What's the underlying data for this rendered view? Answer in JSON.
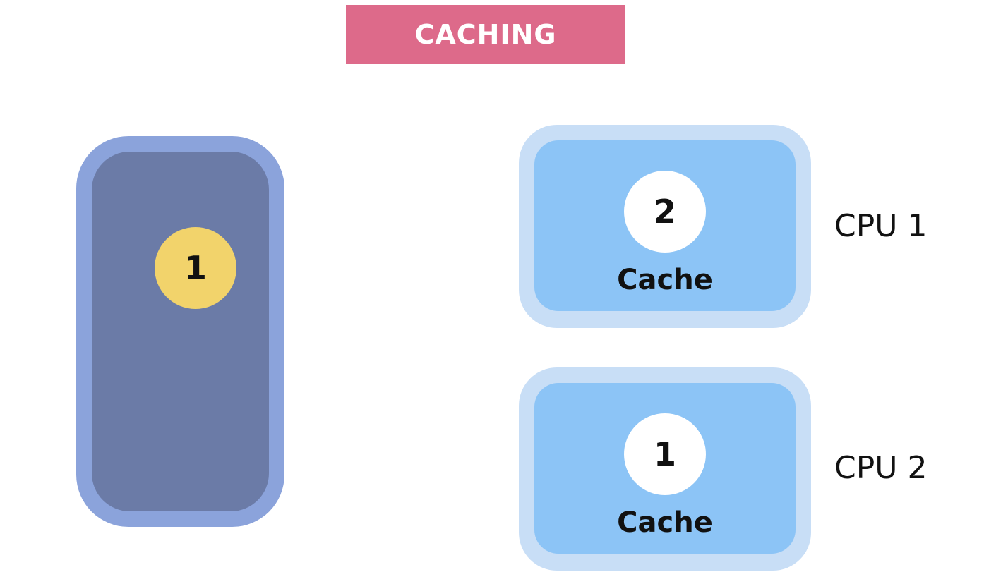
{
  "title": "CACHING",
  "memory": {
    "value": "1",
    "colors": {
      "outer": "#8ba3db",
      "inner": "#6b7ba7",
      "value_circle": "#f2d36b"
    }
  },
  "cpus": [
    {
      "label": "CPU 1",
      "cache_value": "2",
      "cache_label": "Cache"
    },
    {
      "label": "CPU 2",
      "cache_value": "1",
      "cache_label": "Cache"
    }
  ],
  "colors": {
    "title_banner": "#dd6a8a",
    "cpu_outer": "#c8def6",
    "cache_box": "#8cc4f6"
  }
}
